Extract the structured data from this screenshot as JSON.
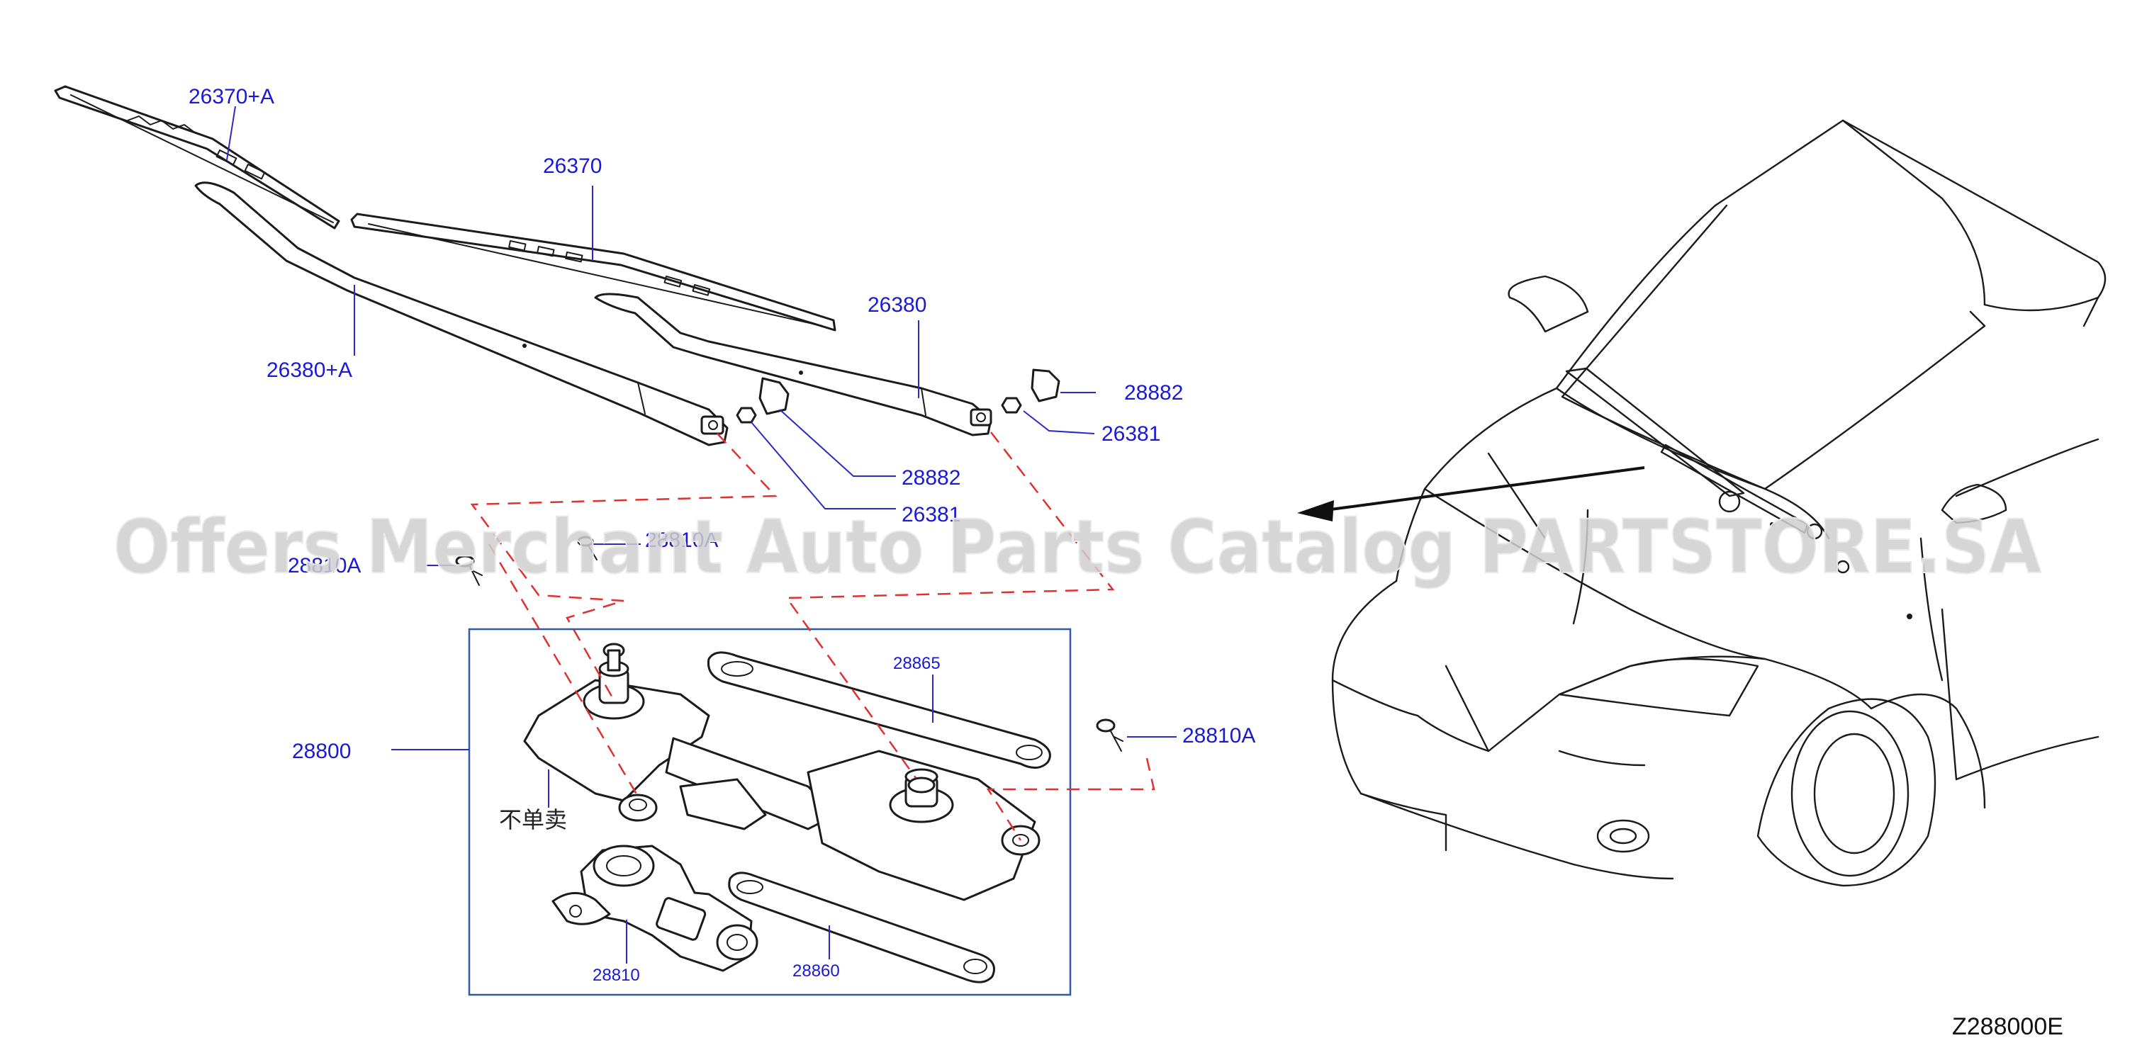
{
  "diagram_code": "Z288000E",
  "watermark": "Offers Merchant Auto Parts Catalog PARTSTORE.SA",
  "not_sold_separately": "不单卖",
  "labels": {
    "blade_assembly": "26370+A",
    "blade_refill": "26370",
    "arm_left": "26380+A",
    "arm_right": "26380",
    "cap_right": "28882",
    "cap_left": "28882",
    "nut_right": "26381",
    "nut_left": "26381",
    "bolt_left": "28810A",
    "bolt_mid": "28810A",
    "linkage_assembly": "28800",
    "link_rod_upper": "28865",
    "bolt_right": "28810A",
    "motor": "28810",
    "link_rod_lower": "28860"
  }
}
